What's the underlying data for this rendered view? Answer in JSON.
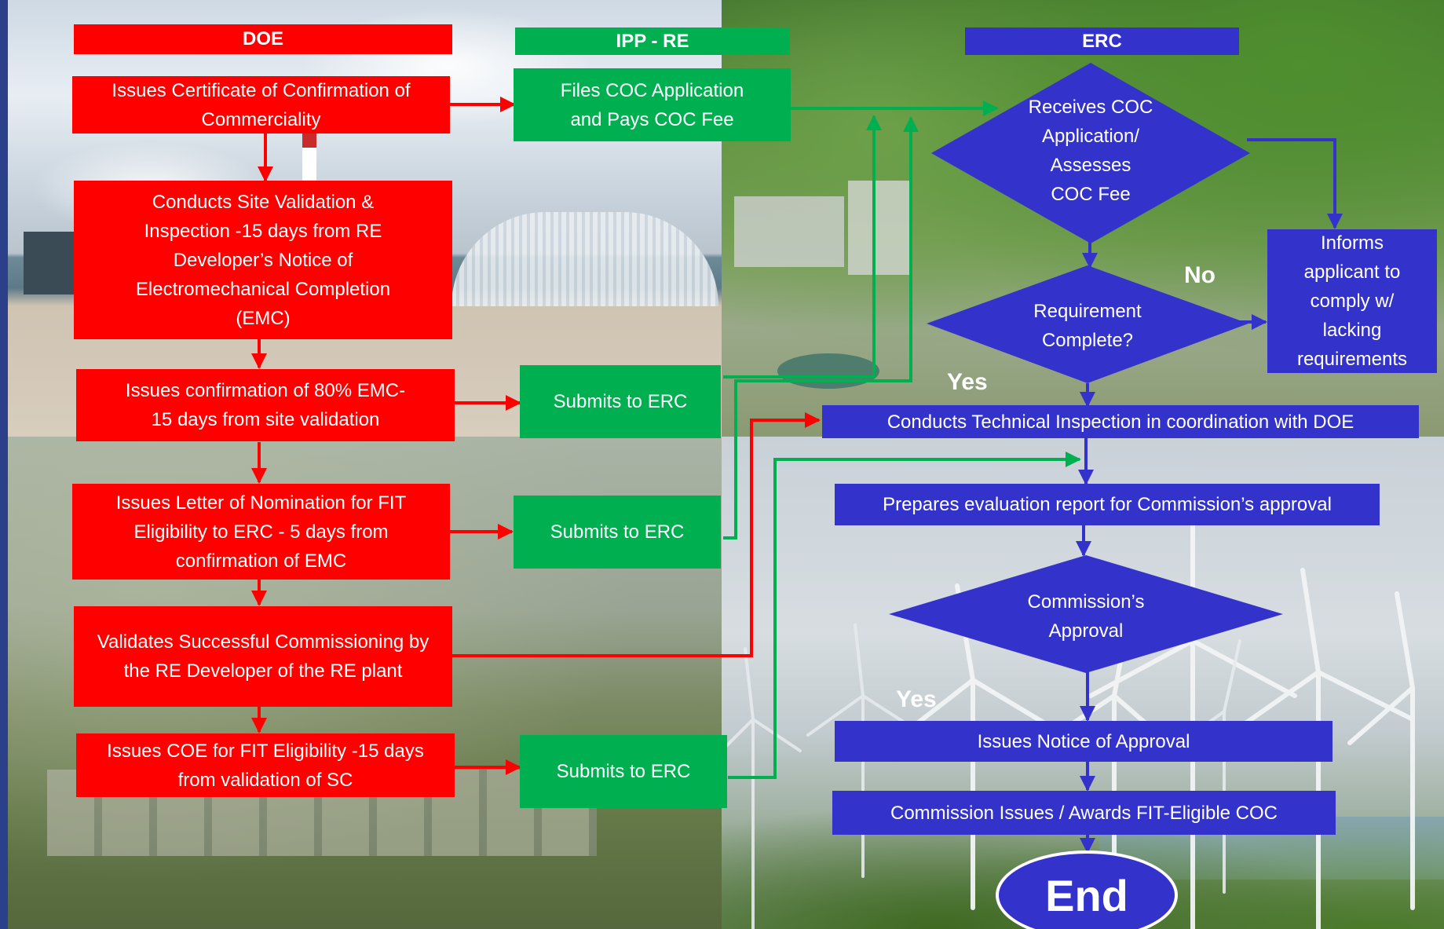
{
  "lanes": {
    "doe": "DOE",
    "ipp": "IPP - RE",
    "erc": "ERC"
  },
  "doe_steps": {
    "issues_coc_cert": "Issues Certificate of Confirmation of Commerciality",
    "site_validation": "Conducts Site Validation & Inspection -15 days from RE Developer’s Notice of Electromechanical Completion (EMC)",
    "confirm_emc": "Issues confirmation of 80% EMC-\n15 days  from site validation",
    "nomination": "Issues Letter of Nomination for FIT Eligibility to ERC - 5 days from confirmation of EMC",
    "validates": "Validates Successful Commissioning by the RE Developer of the RE plant",
    "issues_coe": "Issues COE for FIT Eligibility -15 days from validation of SC"
  },
  "ipp_steps": {
    "files_coc": "Files COC Application and Pays COC Fee",
    "submit_1": "Submits to ERC",
    "submit_2": "Submits to ERC",
    "submit_3": "Submits to ERC"
  },
  "erc_steps": {
    "receives": [
      "Receives COC",
      "Application/",
      "Assesses",
      "COC Fee"
    ],
    "requirement": [
      "Requirement",
      "Complete?"
    ],
    "informs": "Informs applicant to comply w/ lacking requirements",
    "technical": "Conducts Technical  Inspection in coordination with DOE",
    "evaluation": "Prepares evaluation report for Commission’s approval",
    "approval": [
      "Commission’s",
      "Approval"
    ],
    "notice": "Issues Notice of Approval",
    "awards": "Commission Issues / Awards FIT-Eligible COC",
    "end": "End"
  },
  "labels": {
    "no": "No",
    "yes_1": "Yes",
    "yes_2": "Yes"
  },
  "colors": {
    "doe": "#ff0000",
    "ipp": "#00b050",
    "erc": "#3333cc"
  }
}
